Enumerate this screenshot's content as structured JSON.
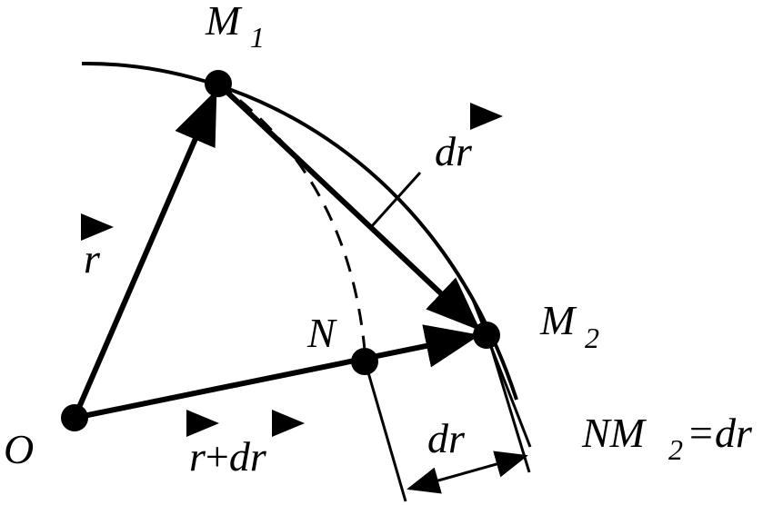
{
  "labels": {
    "origin": "O",
    "m1": "M",
    "m1_sub": "1",
    "m2": "M",
    "m2_sub": "2",
    "n": "N",
    "r_vec": "r",
    "dr_vec": "dr",
    "sum_r": "r",
    "sum_plus": "+",
    "sum_dr": "dr",
    "dr_scalar": "dr",
    "eq_left": "NM",
    "eq_sub": "2",
    "eq_right": "=dr"
  },
  "colors": {
    "ink": "#000000",
    "background": "#ffffff"
  }
}
